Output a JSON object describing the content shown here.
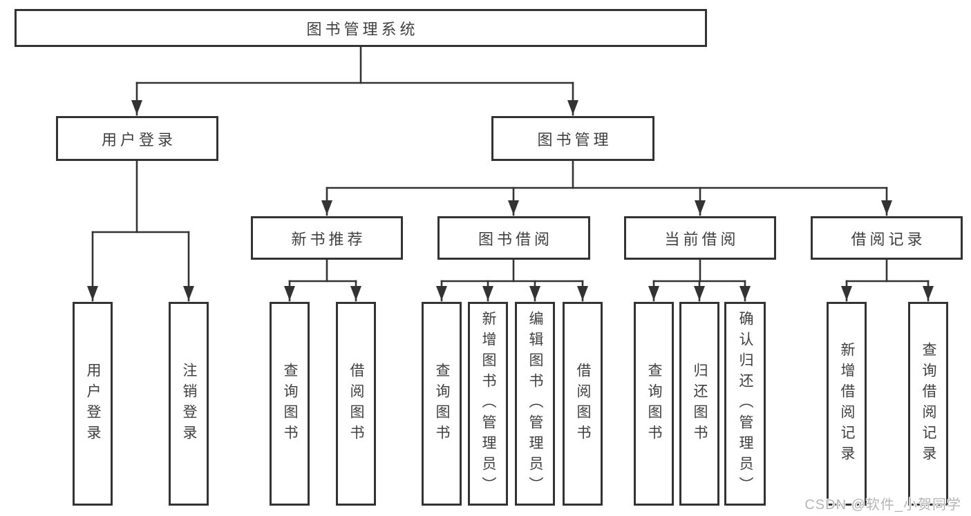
{
  "diagram": {
    "title": "图书管理系统",
    "tree": {
      "label": "图书管理系统",
      "children": [
        {
          "label": "用户登录",
          "children": [
            {
              "label": "用户登录"
            },
            {
              "label": "注销登录"
            }
          ]
        },
        {
          "label": "图书管理",
          "children": [
            {
              "label": "新书推荐",
              "children": [
                {
                  "label": "查询图书"
                },
                {
                  "label": "借阅图书"
                }
              ]
            },
            {
              "label": "图书借阅",
              "children": [
                {
                  "label": "查询图书"
                },
                {
                  "label": "新增图书（管理员）"
                },
                {
                  "label": "编辑图书（管理员）"
                },
                {
                  "label": "借阅图书"
                }
              ]
            },
            {
              "label": "当前借阅",
              "children": [
                {
                  "label": "查询图书"
                },
                {
                  "label": "归还图书"
                },
                {
                  "label": "确认归还（管理员）"
                }
              ]
            },
            {
              "label": "借阅记录",
              "children": [
                {
                  "label": "新增借阅记录"
                },
                {
                  "label": "查询借阅记录"
                }
              ]
            }
          ]
        }
      ]
    },
    "colors": {
      "line": "#333333",
      "text": "#3f3f3f",
      "background": "#ffffff",
      "watermark": "#b5b5b5"
    }
  },
  "watermark": {
    "text": "CSDN @软件_小贺同学"
  }
}
